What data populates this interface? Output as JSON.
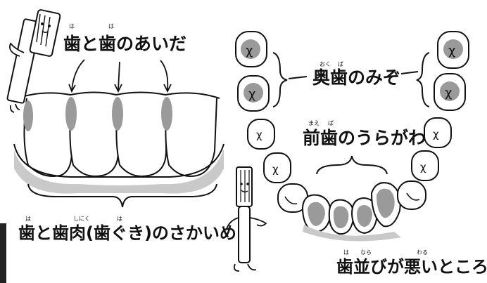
{
  "labels": {
    "gap": {
      "text": "歯と歯のあいだ",
      "ruby": [
        "は",
        "は"
      ]
    },
    "molar": {
      "text": "奥歯のみぞ",
      "ruby": [
        "おく",
        "ば"
      ]
    },
    "front_back": {
      "text": "前歯のうらがわ",
      "ruby": [
        "まえ",
        "ば"
      ]
    },
    "gumline": {
      "text": "歯と歯肉(歯ぐき)のさかいめ",
      "ruby": [
        "は",
        "しにく",
        "は"
      ]
    },
    "crooked": {
      "text": "歯並びが悪いところ",
      "ruby": [
        "は",
        "なら",
        "わる"
      ]
    }
  },
  "colors": {
    "stroke": "#111111",
    "plaque": "#9a9a9a",
    "gum_shadow": "#c9c9c9",
    "background": "#ffffff"
  },
  "icons": [
    "toothbrush-character-icon",
    "toothbrush-character-icon"
  ]
}
